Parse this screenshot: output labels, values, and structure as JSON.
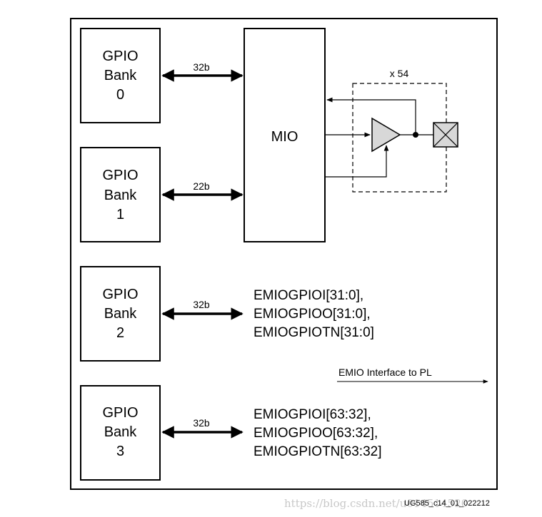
{
  "banks": [
    {
      "l1": "GPIO",
      "l2": "Bank",
      "l3": "0",
      "width": "32b"
    },
    {
      "l1": "GPIO",
      "l2": "Bank",
      "l3": "1",
      "width": "22b"
    },
    {
      "l1": "GPIO",
      "l2": "Bank",
      "l3": "2",
      "width": "32b"
    },
    {
      "l1": "GPIO",
      "l2": "Bank",
      "l3": "3",
      "width": "32b"
    }
  ],
  "mio": {
    "label": "MIO"
  },
  "pin_block": {
    "multiplier": "x 54"
  },
  "emio_signals": {
    "bank2": [
      "EMIOGPIOI[31:0],",
      "EMIOGPIOO[31:0],",
      "EMIOGPIOTN[31:0]"
    ],
    "bank3": [
      "EMIOGPIOI[63:32],",
      "EMIOGPIOO[63:32],",
      "EMIOGPIOTN[63:32]"
    ]
  },
  "emio_interface": {
    "label": "EMIO Interface to PL"
  },
  "figure_id": "UG585_c14_01_022212",
  "watermark": "https://blog.csdn.net/u014514520"
}
